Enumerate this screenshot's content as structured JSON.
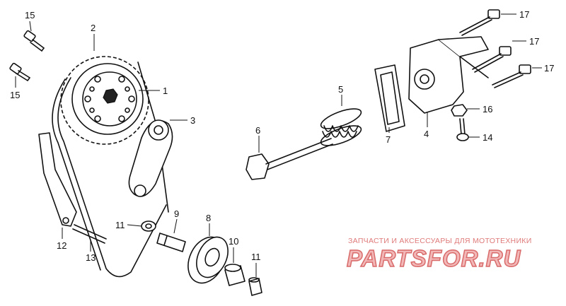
{
  "callouts": {
    "c1": "1",
    "c2": "2",
    "c3": "3",
    "c4": "4",
    "c5": "5",
    "c6": "6",
    "c7": "7",
    "c8": "8",
    "c9": "9",
    "c10": "10",
    "c11a": "11",
    "c11b": "11",
    "c12": "12",
    "c13": "13",
    "c14": "14",
    "c15a": "15",
    "c15b": "15",
    "c16": "16",
    "c17a": "17",
    "c17b": "17",
    "c17c": "17"
  },
  "watermark": {
    "caption": "ЗАПЧАСТИ И АКСЕССУАРЫ ДЛЯ МОТОТЕХНИКИ",
    "logo": "PARTSFOR.RU"
  },
  "colors": {
    "ink": "#111111",
    "watermark": "#d96a6a"
  }
}
